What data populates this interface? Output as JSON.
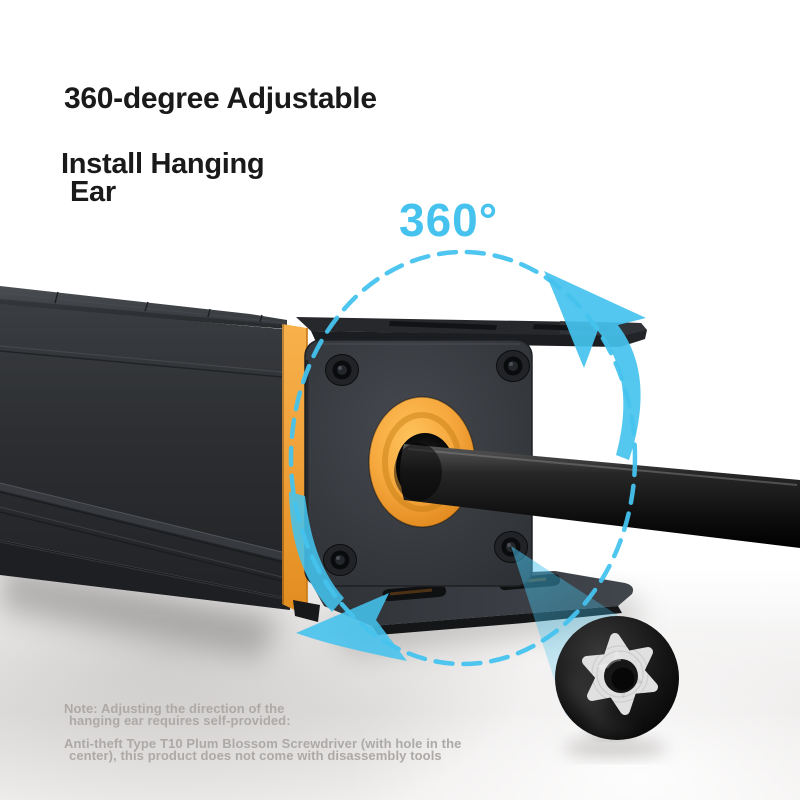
{
  "header": {
    "title": "360-degree Adjustable",
    "subtitle_line1": "Install Hanging",
    "subtitle_line2": "Ear"
  },
  "rotation": {
    "label": "360°"
  },
  "note": {
    "line1": "Note: Adjusting the direction of the",
    "line2": "hanging ear requires self-provided:",
    "line3": "Anti-theft Type T10 Plum Blossom Screwdriver (with hole in the",
    "line4": "center), this product does not come with disassembly tools"
  },
  "colors": {
    "accent_cyan": "#45C3EE",
    "accent_orange": "#F2A33C",
    "title_black": "#1A1A1A",
    "note_gray": "#ACA9A6",
    "product_dark": "#2E3135"
  },
  "graphics": {
    "rotation_circle_icon": "dashed-rotation-circle",
    "arrow_top_icon": "curved-rotation-arrow-up",
    "arrow_bottom_icon": "curved-rotation-arrow-down-left",
    "screw_detail_icon": "torx-t10-security-screw"
  }
}
